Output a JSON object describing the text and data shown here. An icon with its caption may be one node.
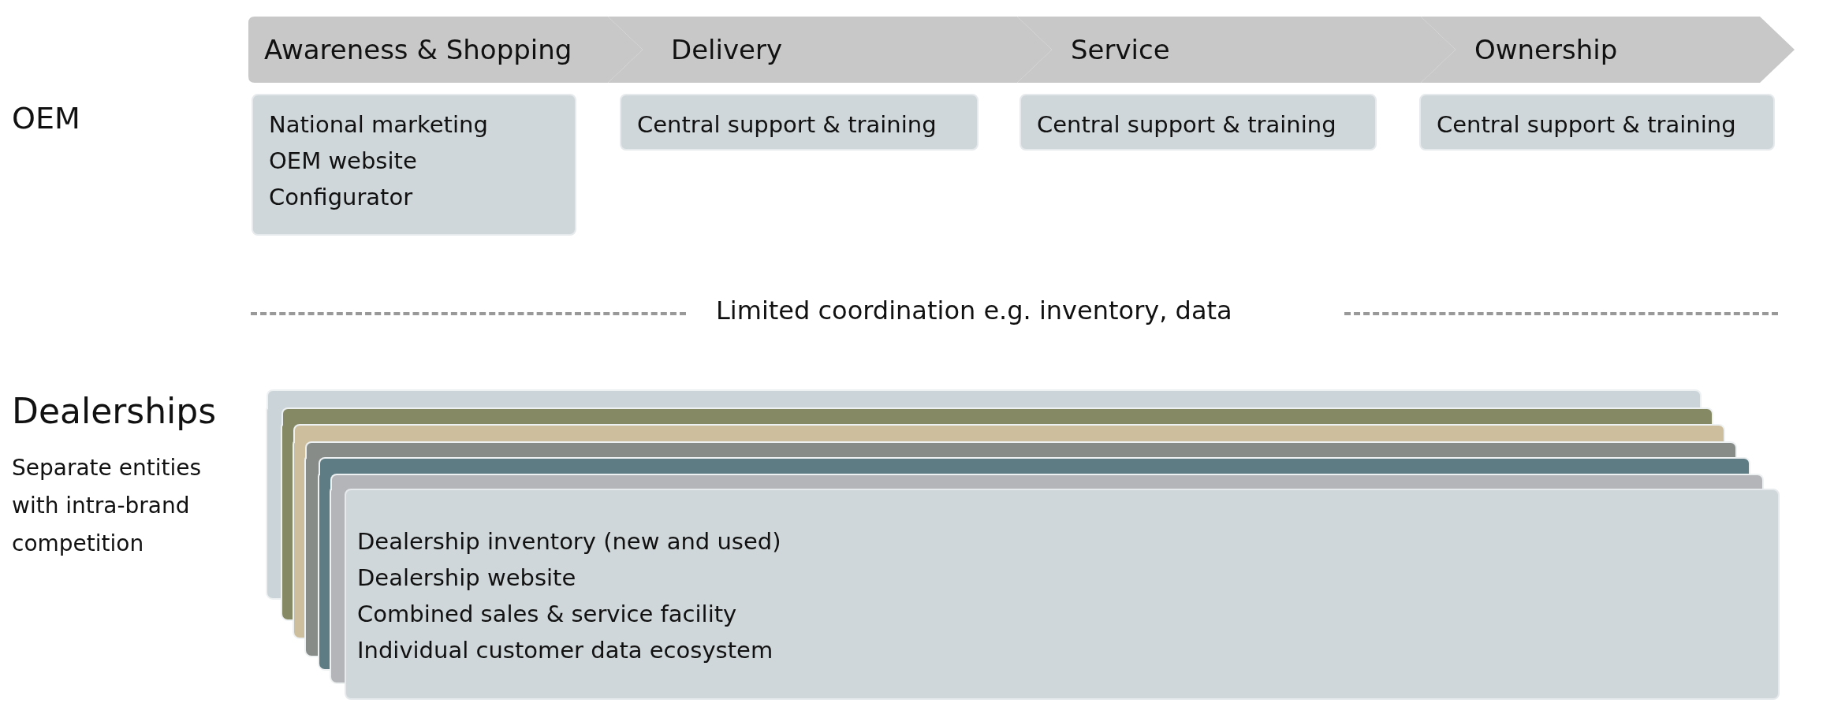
{
  "diagram": {
    "nodes": [
      {
        "text": [
          "Awareness & Shopping"
        ]
      },
      {
        "text": [
          "Delivery"
        ]
      },
      {
        "text": [
          "Service"
        ]
      },
      {
        "text": [
          "Ownership"
        ]
      },
      {
        "text": [
          "National marketing",
          "OEM website",
          "Configurator"
        ]
      },
      {
        "text": [
          "Central support & training"
        ]
      },
      {
        "text": [
          "Central support & training"
        ]
      },
      {
        "text": [
          "Central support & training"
        ]
      },
      {
        "text": [],
        "shape": "box"
      },
      {
        "text": [],
        "shape": "box"
      },
      {
        "text": [],
        "shape": "box"
      },
      {
        "text": [],
        "shape": "box"
      },
      {
        "text": [],
        "shape": "box"
      },
      {
        "text": [],
        "shape": "box"
      },
      {
        "text": [
          "Dealership inventory (new and used)",
          "Dealership website",
          "Combined sales & service facility",
          "Individual customer data ecosystem"
        ]
      }
    ],
    "labels": [
      "OEM",
      "Limited coordination e.g. inventory, data",
      "Dealerships",
      "Separate entities with intra-brand competition"
    ]
  }
}
